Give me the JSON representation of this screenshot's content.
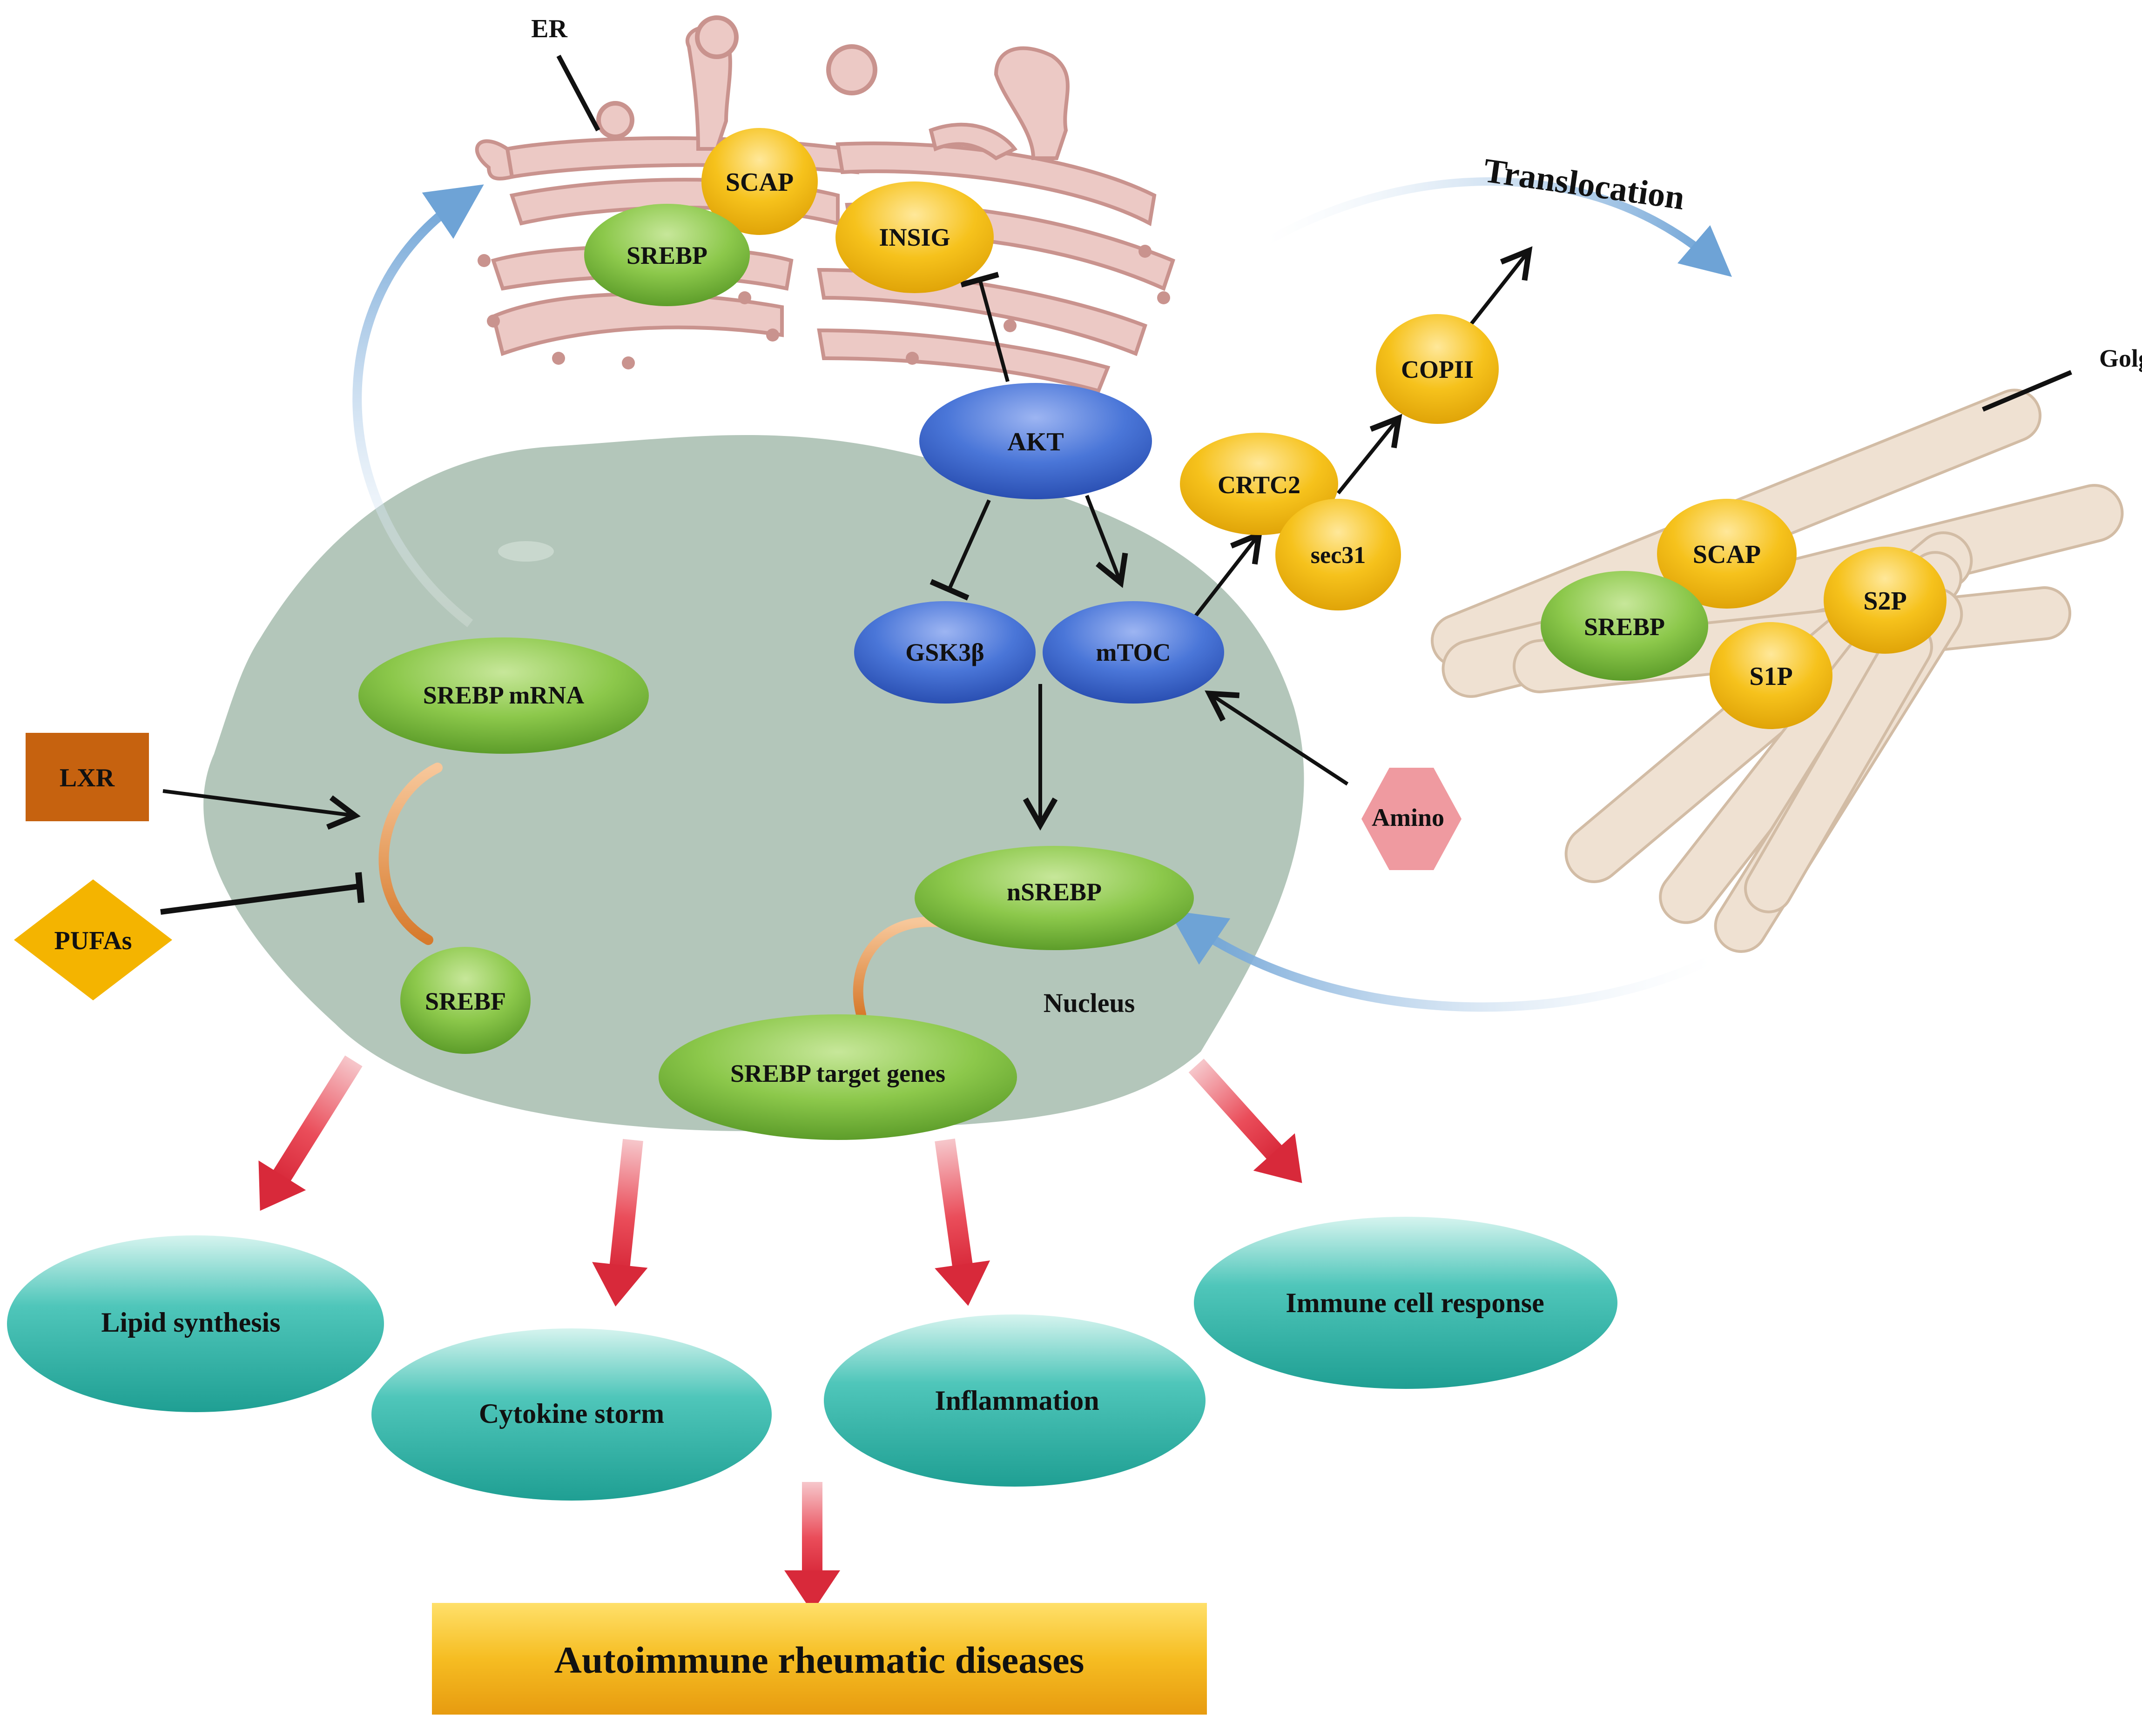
{
  "labels": {
    "er": "ER",
    "golgi": "Golgi",
    "translocation": "Translocation",
    "nucleus": "Nucleus"
  },
  "nodes": {
    "scap_er": "SCAP",
    "srebp_er": "SREBP",
    "insig": "INSIG",
    "akt": "AKT",
    "gsk3b": "GSK3β",
    "mtoc": "mTOC",
    "crtc2": "CRTC2",
    "sec31": "sec31",
    "copii": "COPII",
    "scap_golgi": "SCAP",
    "srebp_golgi": "SREBP",
    "s2p": "S2P",
    "s1p": "S1P",
    "srebp_mrna": "SREBP mRNA",
    "srebf": "SREBF",
    "nsrebp": "nSREBP",
    "srebp_target": "SREBP target genes",
    "lxr": "LXR",
    "pufas": "PUFAs",
    "amino": "Amino"
  },
  "outcomes": {
    "lipid": "Lipid synthesis",
    "cytokine": "Cytokine storm",
    "inflammation": "Inflammation",
    "immune": "Immune cell response"
  },
  "final": "Autoimmune rheumatic diseases",
  "colors": {
    "green": "#74b83a",
    "yellow": "#f2b90e",
    "blue": "#3f6cd0",
    "teal": "#2fb2a6",
    "nucleus": "#b2c5b9",
    "er": "#ecc7c3",
    "golgi": "#efe0d0",
    "lxr": "#c6620f",
    "pufas": "#f4b400",
    "amino": "#ef9aa0",
    "banner": "#f3b21a",
    "red_arrow": "#e53a48"
  }
}
